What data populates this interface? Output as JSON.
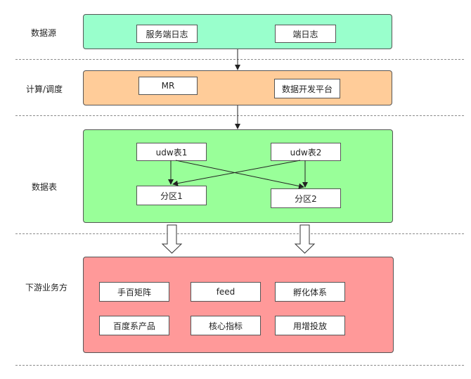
{
  "rows": {
    "source_label": "数据源",
    "compute_label": "计算/调度",
    "tables_label": "数据表",
    "downstream_label": "下游业务方"
  },
  "source": {
    "server_log": "服务端日志",
    "client_log": "端日志"
  },
  "compute": {
    "mr": "MR",
    "platform": "数据开发平台"
  },
  "tables": {
    "udw1": "udw表1",
    "udw2": "udw表2",
    "part1": "分区1",
    "part2": "分区2"
  },
  "downstream": {
    "items": [
      "手百矩阵",
      "feed",
      "孵化体系",
      "百度系产品",
      "核心指标",
      "用增投放"
    ]
  },
  "colors": {
    "source_fill": "#99ffcc",
    "compute_fill": "#ffcc99",
    "tables_fill": "#99ff99",
    "downstream_fill": "#ff9999"
  }
}
